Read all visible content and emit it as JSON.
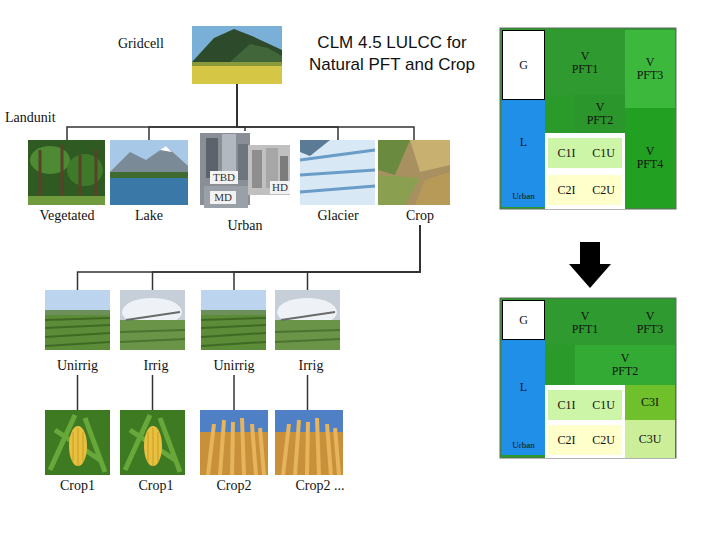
{
  "diagram": {
    "title": "CLM 4.5 LULCC for Natural PFT and Crop",
    "nodes": [
      {
        "text": [
          "Gridcell"
        ]
      },
      {
        "text": [
          "Vegetated"
        ]
      },
      {
        "text": [
          "Lake"
        ]
      },
      {
        "text": [
          "Urban"
        ]
      },
      {
        "text": [
          "TBD"
        ],
        "in": 3
      },
      {
        "text": [
          "HD"
        ],
        "in": 3
      },
      {
        "text": [
          "MD"
        ],
        "in": 3
      },
      {
        "text": [
          "Glacier"
        ]
      },
      {
        "text": [
          "Crop"
        ]
      },
      {
        "text": [
          "Unirrig"
        ]
      },
      {
        "text": [
          "Irrig"
        ]
      },
      {
        "text": [
          "Unirrig"
        ]
      },
      {
        "text": [
          "Irrig"
        ]
      },
      {
        "text": [
          "Crop1"
        ]
      },
      {
        "text": [
          "Crop1"
        ]
      },
      {
        "text": [
          "Crop2"
        ]
      },
      {
        "text": [
          "Crop2 ..."
        ]
      },
      {
        "text": [
          "G"
        ]
      },
      {
        "text": [
          "V PFT1"
        ]
      },
      {
        "text": [
          "V PFT3"
        ]
      },
      {
        "text": [
          "V PFT2"
        ]
      },
      {
        "text": [
          "L"
        ]
      },
      {
        "text": [
          "V PFT4"
        ]
      },
      {
        "text": [
          "C1I"
        ]
      },
      {
        "text": [
          "C1U"
        ]
      },
      {
        "text": [
          "C2I"
        ]
      },
      {
        "text": [
          "C2U"
        ]
      },
      {
        "text": [
          "Urban"
        ]
      },
      {
        "text": [
          "G"
        ]
      },
      {
        "text": [
          "V PFT1"
        ]
      },
      {
        "text": [
          "V PFT3"
        ]
      },
      {
        "text": [
          "V PFT2"
        ]
      },
      {
        "text": [
          "L"
        ]
      },
      {
        "text": [
          "C1I"
        ]
      },
      {
        "text": [
          "C1U"
        ]
      },
      {
        "text": [
          "C3I"
        ]
      },
      {
        "text": [
          "C2I"
        ]
      },
      {
        "text": [
          "C2U"
        ]
      },
      {
        "text": [
          "C3U"
        ]
      },
      {
        "text": [
          "Urban"
        ]
      }
    ],
    "edges": [
      {
        "from": 0,
        "to": 1,
        "arrow": "none"
      },
      {
        "from": 0,
        "to": 2,
        "arrow": "none"
      },
      {
        "from": 0,
        "to": 3,
        "arrow": "none"
      },
      {
        "from": 0,
        "to": 7,
        "arrow": "none"
      },
      {
        "from": 0,
        "to": 8,
        "arrow": "none"
      },
      {
        "from": 8,
        "to": 9,
        "arrow": "none"
      },
      {
        "from": 8,
        "to": 10,
        "arrow": "none"
      },
      {
        "from": 8,
        "to": 11,
        "arrow": "none"
      },
      {
        "from": 8,
        "to": 12,
        "arrow": "none"
      },
      {
        "from": 9,
        "to": 13,
        "arrow": "none"
      },
      {
        "from": 10,
        "to": 14,
        "arrow": "none"
      },
      {
        "from": 11,
        "to": 15,
        "arrow": "none"
      },
      {
        "from": 12,
        "to": 16,
        "arrow": "none"
      }
    ],
    "labels": [
      "Landunit"
    ]
  }
}
